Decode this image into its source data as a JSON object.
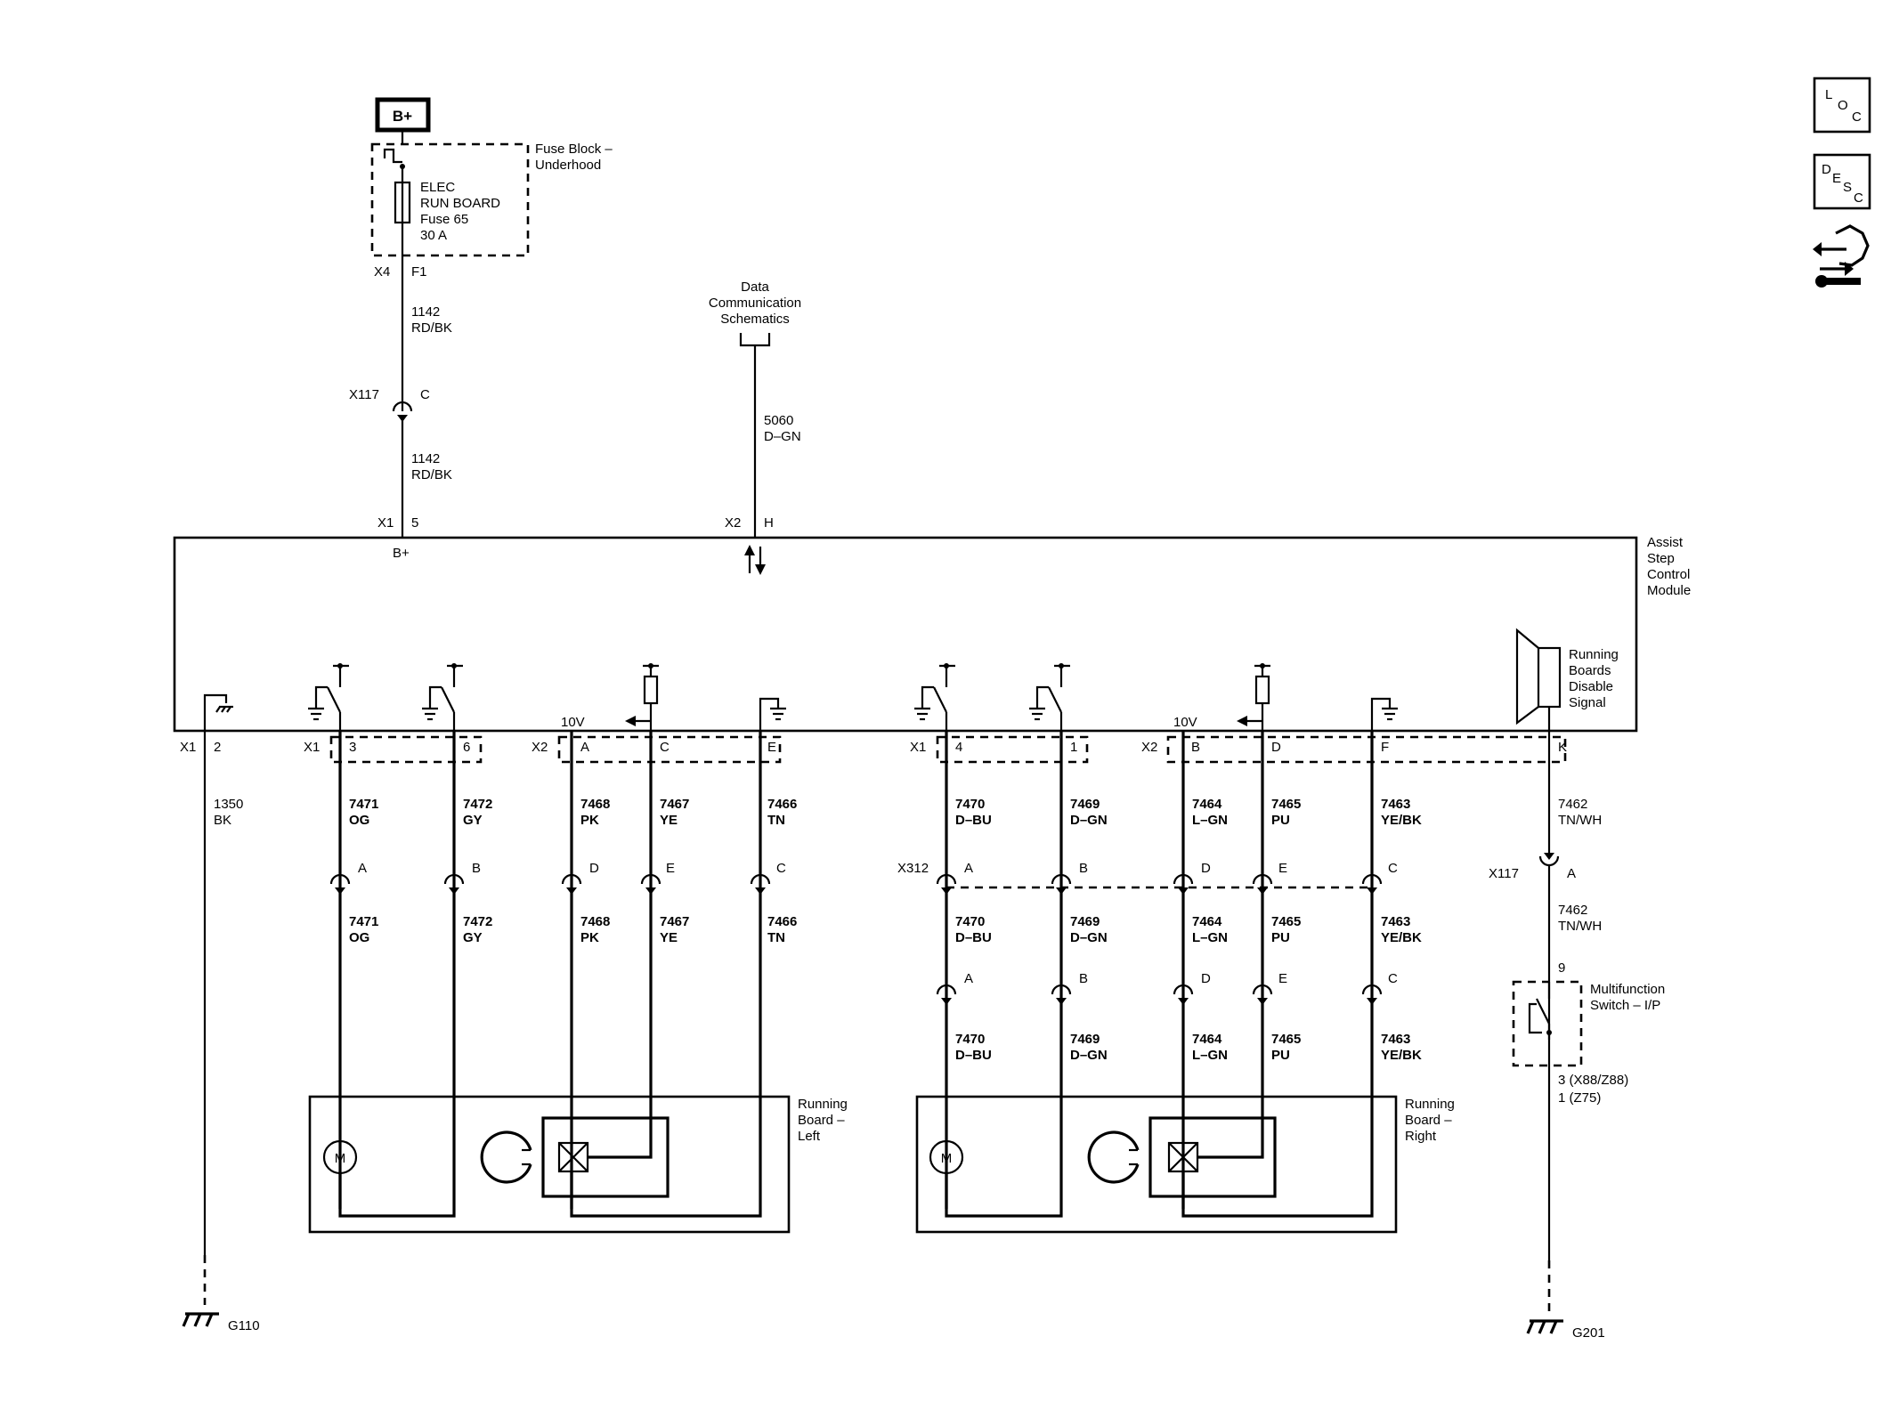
{
  "power": {
    "battery_label": "B+",
    "fuse_block_label": [
      "Fuse Block –",
      "Underhood"
    ],
    "fuse_label": [
      "ELEC",
      "RUN BOARD",
      "Fuse 65",
      "30 A"
    ],
    "fuse_connector": "X4",
    "fuse_pin": "F1",
    "wire_upper": [
      "1142",
      "RD/BK"
    ],
    "inline_connector": "X117",
    "inline_pin": "C",
    "wire_lower": [
      "1142",
      "RD/BK"
    ],
    "module_connector": "X1",
    "module_pin": "5",
    "module_pin_label": "B+"
  },
  "data_comm": {
    "label": [
      "Data",
      "Communication",
      "Schematics"
    ],
    "wire": [
      "5060",
      "D–GN"
    ],
    "module_connector": "X2",
    "module_pin": "H"
  },
  "module": {
    "name": [
      "Assist",
      "Step",
      "Control",
      "Module"
    ],
    "voltage_left": "10V",
    "voltage_right": "10V",
    "signal_label": [
      "Running",
      "Boards",
      "Disable",
      "Signal"
    ]
  },
  "pins_left": [
    {
      "conn": "X1",
      "pin": "2"
    },
    {
      "conn": "X1",
      "pin": "3"
    },
    {
      "conn": "",
      "pin": "6"
    },
    {
      "conn": "X2",
      "pin": "A"
    },
    {
      "conn": "",
      "pin": "C"
    },
    {
      "conn": "",
      "pin": "E"
    }
  ],
  "pins_right": [
    {
      "conn": "X1",
      "pin": "4"
    },
    {
      "conn": "",
      "pin": "1"
    },
    {
      "conn": "X2",
      "pin": "B"
    },
    {
      "conn": "",
      "pin": "D"
    },
    {
      "conn": "",
      "pin": "F"
    },
    {
      "conn": "",
      "pin": "K"
    }
  ],
  "ground_left": {
    "wire": [
      "1350",
      "BK"
    ],
    "ground": "G110"
  },
  "wires_left": [
    {
      "num": "7471",
      "color": "OG",
      "inline_pin": "A"
    },
    {
      "num": "7472",
      "color": "GY",
      "inline_pin": "B"
    },
    {
      "num": "7468",
      "color": "PK",
      "inline_pin": "D"
    },
    {
      "num": "7467",
      "color": "YE",
      "inline_pin": "E"
    },
    {
      "num": "7466",
      "color": "TN",
      "inline_pin": "C"
    }
  ],
  "wires_right": [
    {
      "num": "7470",
      "color": "D–BU",
      "inline_pin": "A"
    },
    {
      "num": "7469",
      "color": "D–GN",
      "inline_pin": "B"
    },
    {
      "num": "7464",
      "color": "L–GN",
      "inline_pin": "D"
    },
    {
      "num": "7465",
      "color": "PU",
      "inline_pin": "E"
    },
    {
      "num": "7463",
      "color": "YE/BK",
      "inline_pin": "C"
    }
  ],
  "right_inline_connector": "X312",
  "running_board_left": [
    "Running",
    "Board –",
    "Left"
  ],
  "running_board_right": [
    "Running",
    "Board –",
    "Right"
  ],
  "motor_label": "M",
  "signal_circuit": {
    "wire_upper": [
      "7462",
      "TN/WH"
    ],
    "inline_connector": "X117",
    "inline_pin": "A",
    "wire_lower": [
      "7462",
      "TN/WH"
    ],
    "switch_pin_top": "9",
    "switch_label": [
      "Multifunction",
      "Switch – I/P"
    ],
    "switch_pin_bottom": [
      "3 (X88/Z88)",
      "1 (Z75)"
    ],
    "ground": "G201"
  },
  "side_icons": [
    {
      "name": "location-icon",
      "letters": [
        "L",
        "O",
        "C"
      ]
    },
    {
      "name": "description-icon",
      "letters": [
        "D",
        "E",
        "S",
        "C"
      ]
    },
    {
      "name": "service-icon"
    }
  ]
}
